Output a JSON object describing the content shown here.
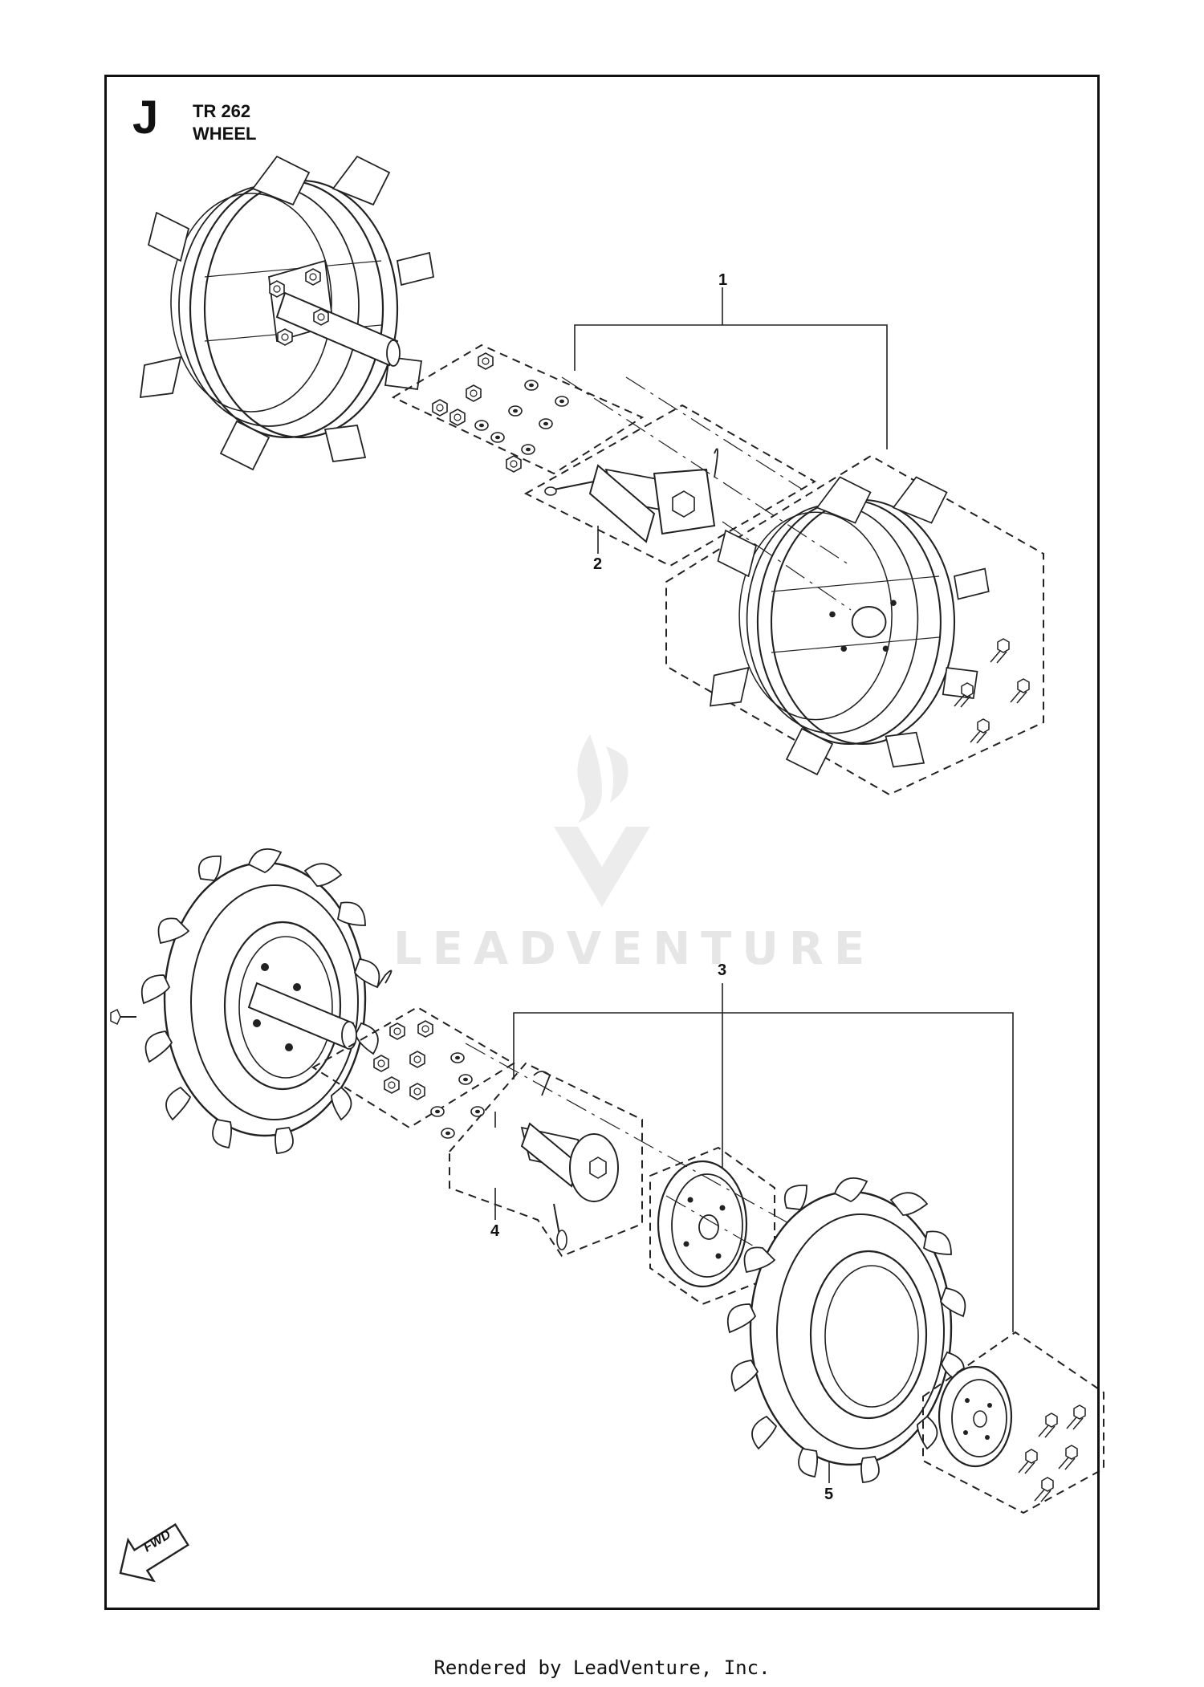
{
  "header": {
    "section_letter": "J",
    "model": "TR 262",
    "title": "WHEEL"
  },
  "callouts": [
    "1",
    "2",
    "3",
    "4",
    "5"
  ],
  "watermark": {
    "text": "LEADVENTURE"
  },
  "direction_badge": {
    "text": "FWD",
    "icon": "forward-arrow-icon"
  },
  "footer": {
    "text": "Rendered by LeadVenture, Inc."
  }
}
